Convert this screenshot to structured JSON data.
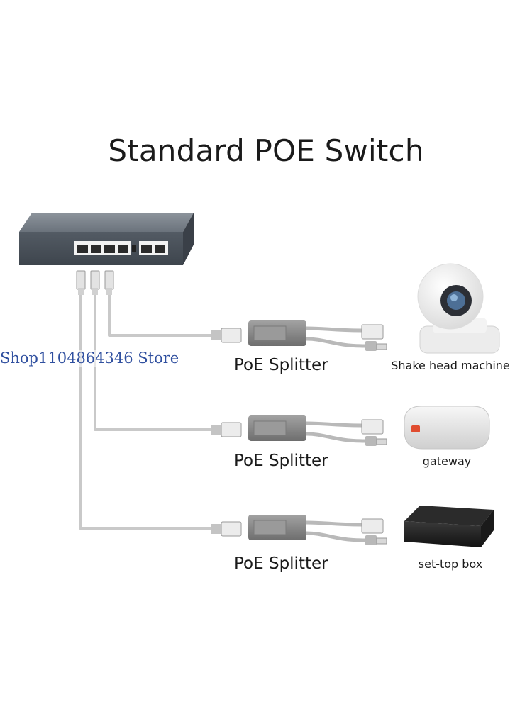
{
  "title": "Standard POE Switch",
  "watermark": "Shop1104864346 Store",
  "branches": [
    {
      "splitter_label": "PoE Splitter",
      "device_label": "Shake head machine",
      "device_icon": "ip-camera-icon"
    },
    {
      "splitter_label": "PoE Splitter",
      "device_label": "gateway",
      "device_icon": "gateway-icon"
    },
    {
      "splitter_label": "PoE Splitter",
      "device_label": "set-top box",
      "device_icon": "set-top-box-icon"
    }
  ],
  "colors": {
    "switch_body": "#4a525b",
    "cable": "#c9c9c9",
    "splitter_body": "#8a8a8a",
    "watermark": "#2f4f9f"
  }
}
